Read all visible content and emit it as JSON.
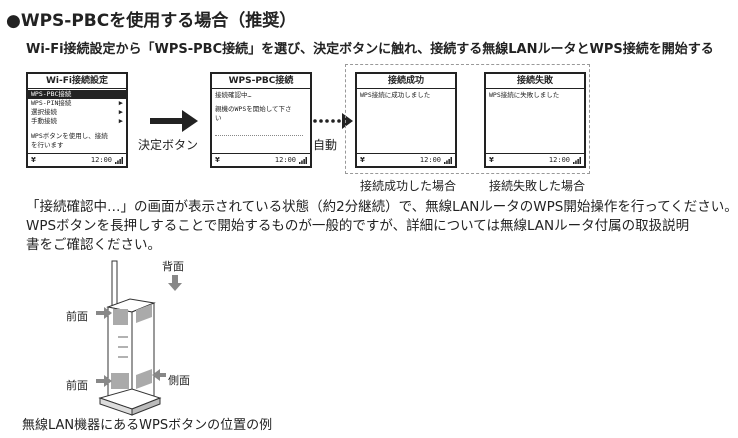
{
  "title": "●WPS-PBCを使用する場合（推奨）",
  "subtitle": "Wi-Fi接続設定から「WPS-PBC接続」を選び、決定ボタンに触れ、接続する無線LANルータとWPS接続を開始する",
  "screen1": {
    "header": "Wi-Fi接続設定",
    "items": [
      "WPS-PBC接続",
      "WPS-PIN接続",
      "選択接続",
      "手動接続"
    ],
    "note_line1": "WPSボタンを使用し、接続",
    "note_line2": "を行います",
    "time": "12:00"
  },
  "action1": "決定ボタン",
  "screen2": {
    "header": "WPS-PBC接続",
    "line1": "接続確認中…",
    "line2": "親機のWPSを開始して下さ",
    "line3": "い",
    "time": "12:00"
  },
  "action2": "自動",
  "screen3": {
    "header": "接続成功",
    "line1": "WPS接続に成功しました",
    "time": "12:00",
    "caption": "接続成功した場合"
  },
  "screen4": {
    "header": "接続失敗",
    "line1": "WPS接続に失敗しました",
    "time": "12:00",
    "caption": "接続失敗した場合"
  },
  "paragraph": [
    "「接続確認中…」の画面が表示されている状態（約2分継続）で、無線LANルータのWPS開始操作を行ってください。",
    "WPSボタンを長押しすることで開始するものが一般的ですが、詳細については無線LANルータ付属の取扱説明",
    "書をご確認ください。"
  ],
  "router_labels": {
    "back": "背面",
    "front1": "前面",
    "front2": "前面",
    "side": "側面"
  },
  "router_caption": "無線LAN機器にあるWPSボタンの位置の例",
  "yen_icon": "¥"
}
